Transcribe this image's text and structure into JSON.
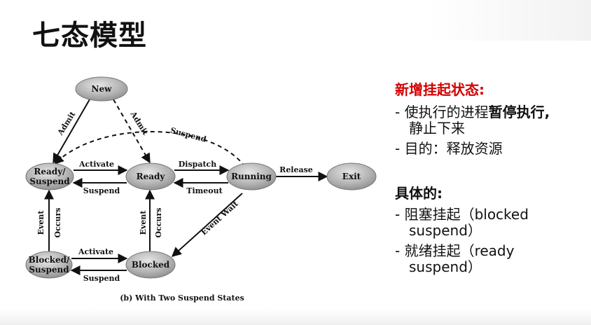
{
  "title": "七态模型",
  "diagram": {
    "nodes": {
      "new": "New",
      "ready_suspend_1": "Ready/",
      "ready_suspend_2": "Suspend",
      "ready": "Ready",
      "running": "Running",
      "exit": "Exit",
      "blocked_suspend_1": "Blocked/",
      "blocked_suspend_2": "Suspend",
      "blocked": "Blocked"
    },
    "edges": {
      "admit_left": "Admit",
      "admit_right": "Admit",
      "suspend_arc": "Suspend",
      "activate_top": "Activate",
      "suspend_top": "Suspend",
      "dispatch": "Dispatch",
      "timeout": "Timeout",
      "release": "Release",
      "event_wait": "Event Wait",
      "event_occurs_left_1": "Event",
      "event_occurs_left_2": "Occurs",
      "event_occurs_mid_1": "Event",
      "event_occurs_mid_2": "Occurs",
      "activate_bottom": "Activate",
      "suspend_bottom": "Suspend"
    },
    "caption": "(b) With Two Suspend States"
  },
  "right_panel": {
    "heading_new": "新增挂起状态:",
    "item1_prefix": "- 使执行的进程",
    "item1_bold": "暂停执行,",
    "item1_cont": "静止下来",
    "item2": "- 目的：释放资源",
    "heading_detail": "具体的:",
    "item3_line1": "- 阻塞挂起（blocked",
    "item3_line2": "suspend）",
    "item4_line1": "- 就绪挂起（ready",
    "item4_line2": "suspend）"
  },
  "colors": {
    "heading_red": "#d40000",
    "node_fill": "#a8a8a8"
  }
}
